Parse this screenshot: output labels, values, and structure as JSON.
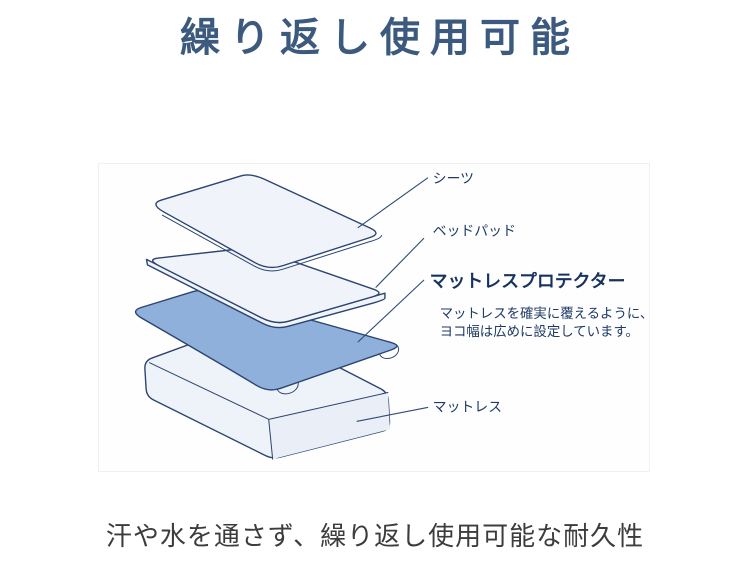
{
  "title": "繰り返し使用可能",
  "footer": "汗や水を通さず、繰り返し使用可能な耐久性",
  "diagram": {
    "labels": {
      "sheet": "シーツ",
      "bed_pad": "ベッドパッド",
      "protector": "マットレスプロテクター",
      "protector_note_line1": "マットレスを確実に覆えるように、",
      "protector_note_line2": "ヨコ幅は広めに設定しています。",
      "mattress": "マットレス"
    },
    "colors": {
      "title_text": "#3b5a7d",
      "footer_text": "#3c3c3c",
      "outline": "#2c4470",
      "leader_line": "#2e4a78",
      "label_text": "#1e3a66",
      "protector_label_text": "#16325e",
      "protector_fill": "#8fb0db",
      "layer_fill": "#f0f4fa",
      "mattress_top_fill": "#eef2f9",
      "mattress_side_fill": "#e9eef7",
      "panel_border": "#f0f0f0"
    }
  }
}
